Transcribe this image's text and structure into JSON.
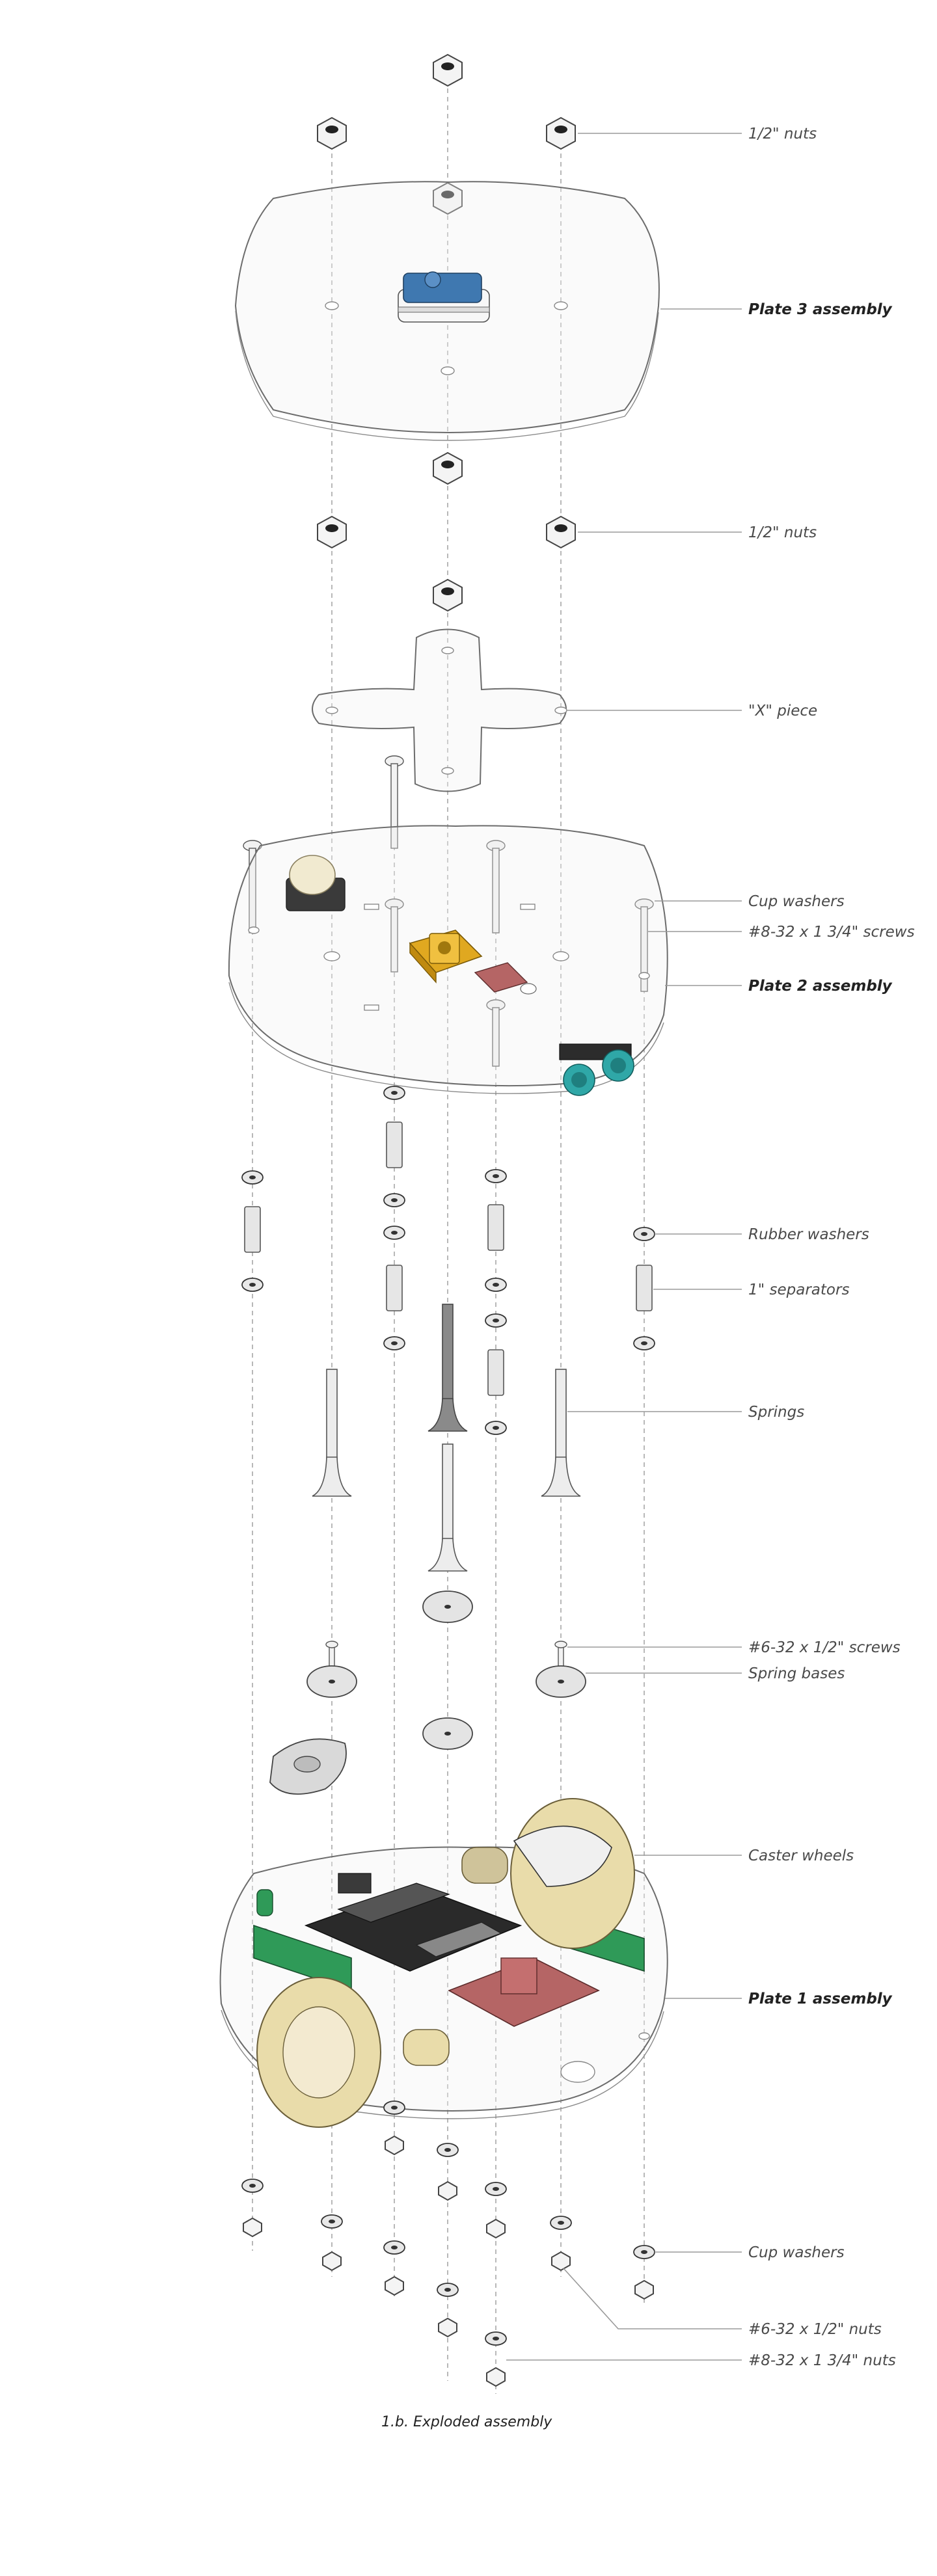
{
  "callouts": [
    {
      "id": "nuts-top",
      "label": "1/2\" nuts",
      "bold": false
    },
    {
      "id": "plate3",
      "label": "Plate 3 assembly",
      "bold": true
    },
    {
      "id": "nuts-mid",
      "label": "1/2\" nuts",
      "bold": false
    },
    {
      "id": "x-piece",
      "label": "\"X\" piece",
      "bold": false
    },
    {
      "id": "cup-washers-top",
      "label": "Cup washers",
      "bold": false
    },
    {
      "id": "screws-834",
      "label": "#8-32 x 1 3/4\" screws",
      "bold": false
    },
    {
      "id": "plate2",
      "label": "Plate 2 assembly",
      "bold": true
    },
    {
      "id": "rubber-washers",
      "label": "Rubber washers",
      "bold": false
    },
    {
      "id": "separators",
      "label": "1\" separators",
      "bold": false
    },
    {
      "id": "springs",
      "label": "Springs",
      "bold": false
    },
    {
      "id": "screws-612",
      "label": "#6-32 x 1/2\" screws",
      "bold": false
    },
    {
      "id": "spring-bases",
      "label": "Spring bases",
      "bold": false
    },
    {
      "id": "caster-wheels",
      "label": "Caster wheels",
      "bold": false
    },
    {
      "id": "plate1",
      "label": "Plate 1 assembly",
      "bold": true
    },
    {
      "id": "cup-washers-bottom",
      "label": "Cup washers",
      "bold": false
    },
    {
      "id": "nuts-612",
      "label": "#6-32 x 1/2\" nuts",
      "bold": false
    },
    {
      "id": "nuts-834",
      "label": "#8-32 x 1 3/4\" nuts",
      "bold": false
    }
  ],
  "caption": "1.b. Exploded assembly",
  "colors": {
    "servo_blue": "#3f78b0",
    "sensor_yellow": "#e0a820",
    "board_red": "#b56565",
    "ultrasonic_teal": "#2fa7a7",
    "motor_green": "#2f9a58",
    "wheel_cream": "#e9dcaa",
    "pcb_black": "#2a2a2a"
  }
}
